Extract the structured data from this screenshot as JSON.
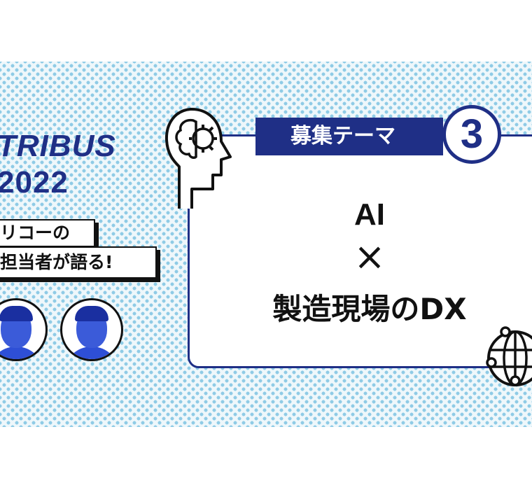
{
  "logo": {
    "name": "TRIBUS",
    "year": "2022"
  },
  "tagline": {
    "line1": "リコーの",
    "line2": "担当者が語る!"
  },
  "theme": {
    "label": "募集テーマ",
    "number": "3"
  },
  "title": {
    "line1": "AI",
    "line2": "×",
    "line3": "製造現場のDX"
  },
  "colors": {
    "navy": "#1f2f86",
    "dots": "#8fcbe6",
    "face": "#3b5bd9"
  }
}
